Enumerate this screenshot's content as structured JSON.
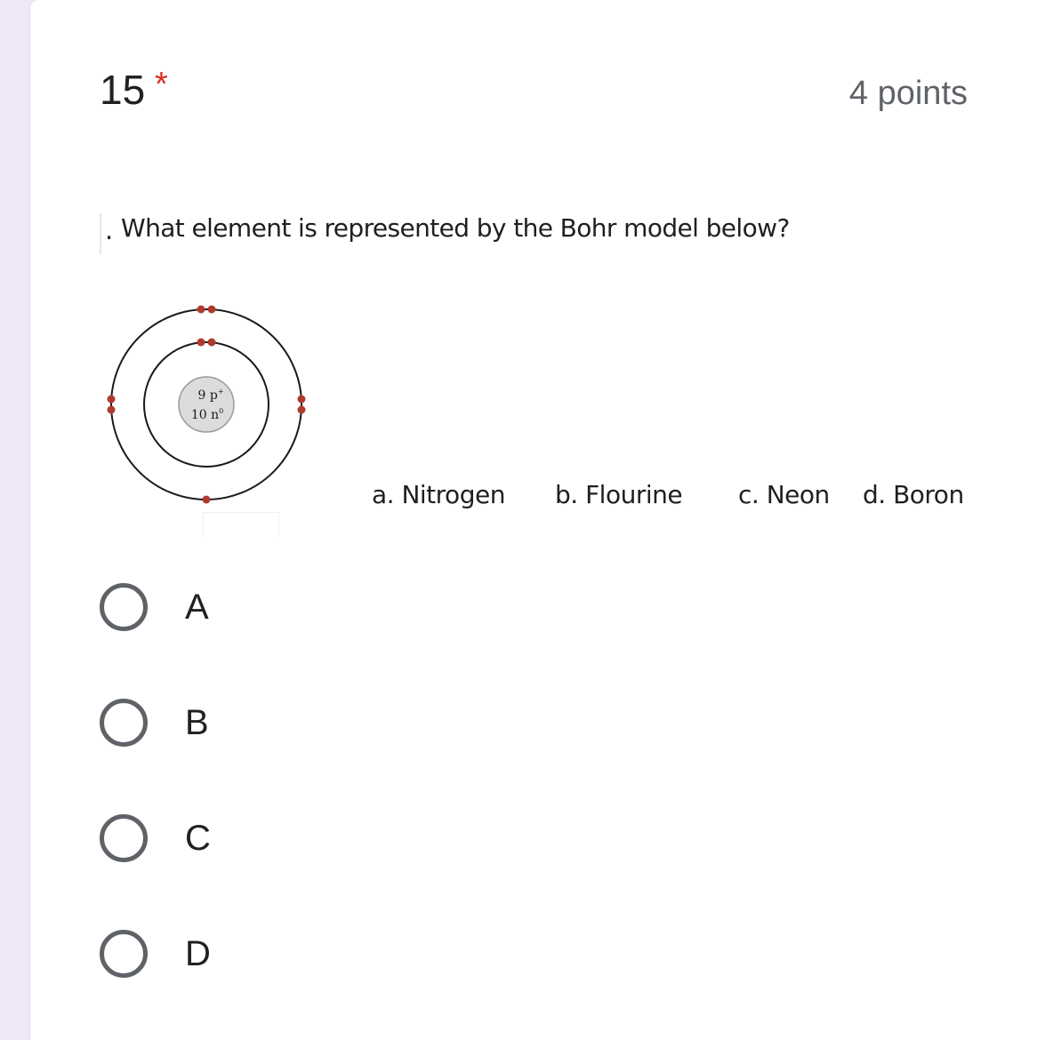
{
  "question": {
    "number": "15",
    "required_mark": "*",
    "points": "4 points"
  },
  "image": {
    "prefix": ".",
    "prompt": "What element is represented by the Bohr model below?",
    "nucleus": {
      "protons": "9 p",
      "protons_sup": "+",
      "neutrons": "10 n",
      "neutrons_sup": "0"
    },
    "choices": [
      "a. Nitrogen",
      "b. Flourine",
      "c. Neon",
      "d. Boron"
    ]
  },
  "options": [
    {
      "label": "A"
    },
    {
      "label": "B"
    },
    {
      "label": "C"
    },
    {
      "label": "D"
    }
  ],
  "colors": {
    "accent_required": "#d93025",
    "electron": "#b03a2e",
    "background": "#efe8f6"
  }
}
